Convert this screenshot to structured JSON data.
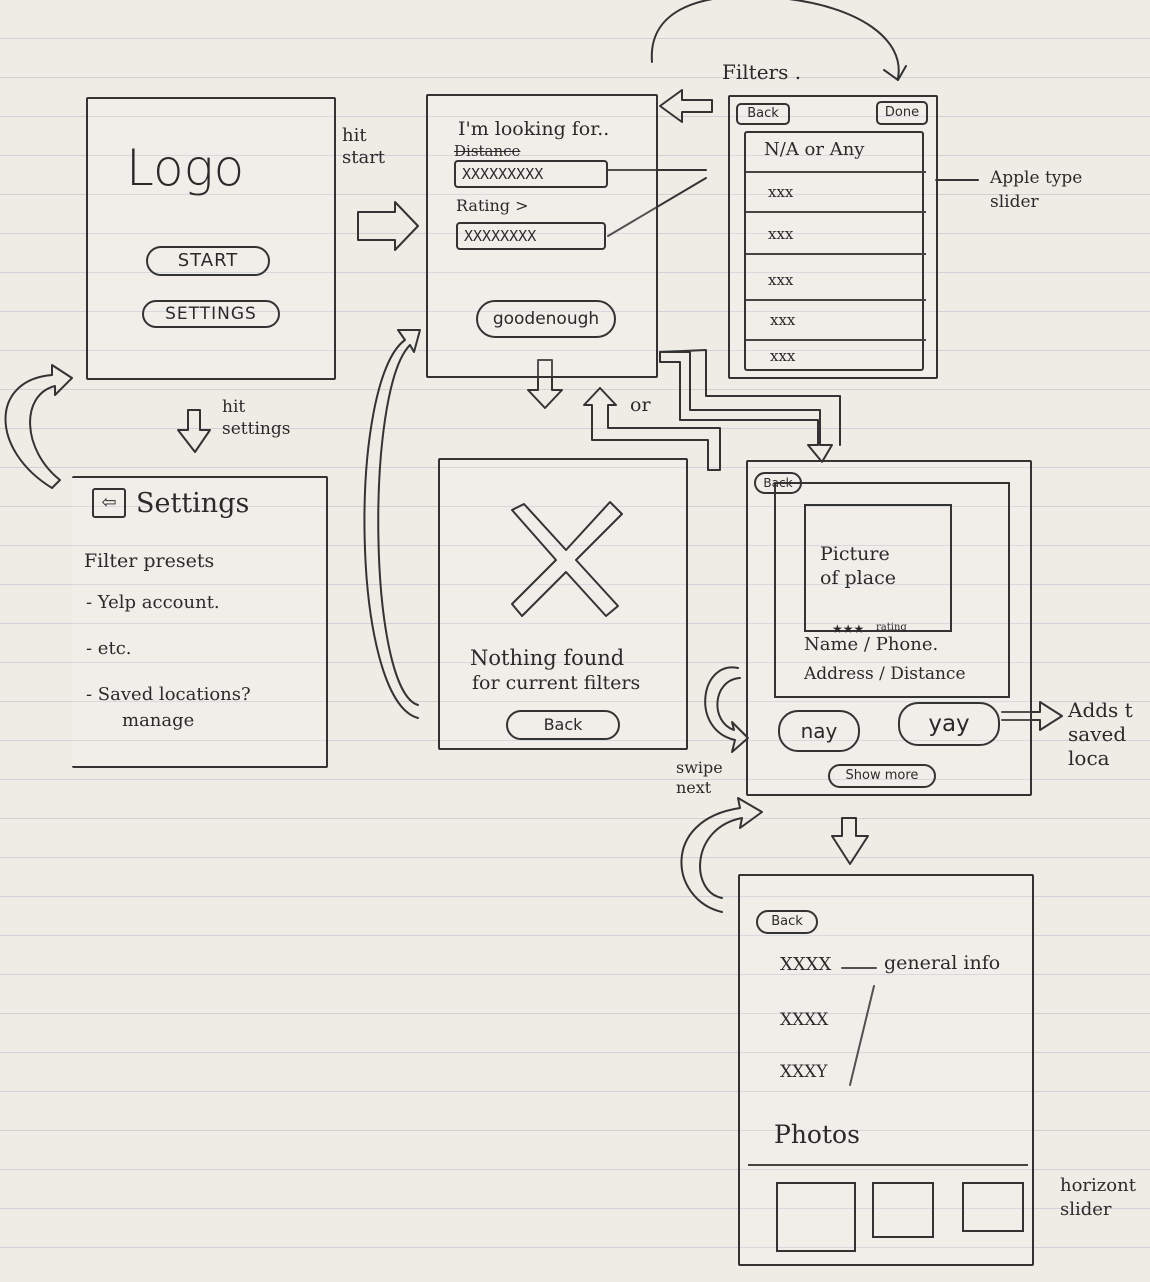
{
  "home": {
    "logo": "Logo",
    "start_button": "START",
    "settings_button": "SETTINGS"
  },
  "annotations": {
    "hit_start": "hit\nstart",
    "hit_settings": "hit\nsettings",
    "filters": "Filters .",
    "apple_type_slider": "Apple type\nslider",
    "or": "or",
    "swipe_next": "swipe\nnext",
    "adds_to_saved": "Adds t\nsaved\nloca",
    "horizontal_slider": "horizont\nslider",
    "general_info": "general info"
  },
  "search": {
    "heading": "I'm looking for..",
    "distance_label": "Distance",
    "distance_value": "XXXXXXXXX",
    "rating_label": "Rating >",
    "rating_value": "XXXXXXXX",
    "submit_button": "goodenough"
  },
  "filters": {
    "back_button": "Back",
    "done_button": "Done",
    "rows": [
      "N/A or Any",
      "xxx",
      "xxx",
      "xxx",
      "xxx",
      "xxx"
    ]
  },
  "settings": {
    "title": "Settings",
    "items": [
      "Filter presets",
      "- Yelp account.",
      "- etc.",
      "- Saved locations?",
      "manage"
    ]
  },
  "no_results": {
    "message_line1": "Nothing found",
    "message_line2": "for current filters",
    "back_button": "Back"
  },
  "result": {
    "back_button": "Back",
    "picture_text": "Picture\nof place",
    "rating_label": "rating",
    "name_phone": "Name / Phone.",
    "address_distance": "Address / Distance",
    "nay_button": "nay",
    "yay_button": "yay",
    "show_more_button": "Show more"
  },
  "details": {
    "back_button": "Back",
    "info_lines": [
      "XXXX",
      "XXXX",
      "XXXY"
    ],
    "photos_label": "Photos"
  }
}
